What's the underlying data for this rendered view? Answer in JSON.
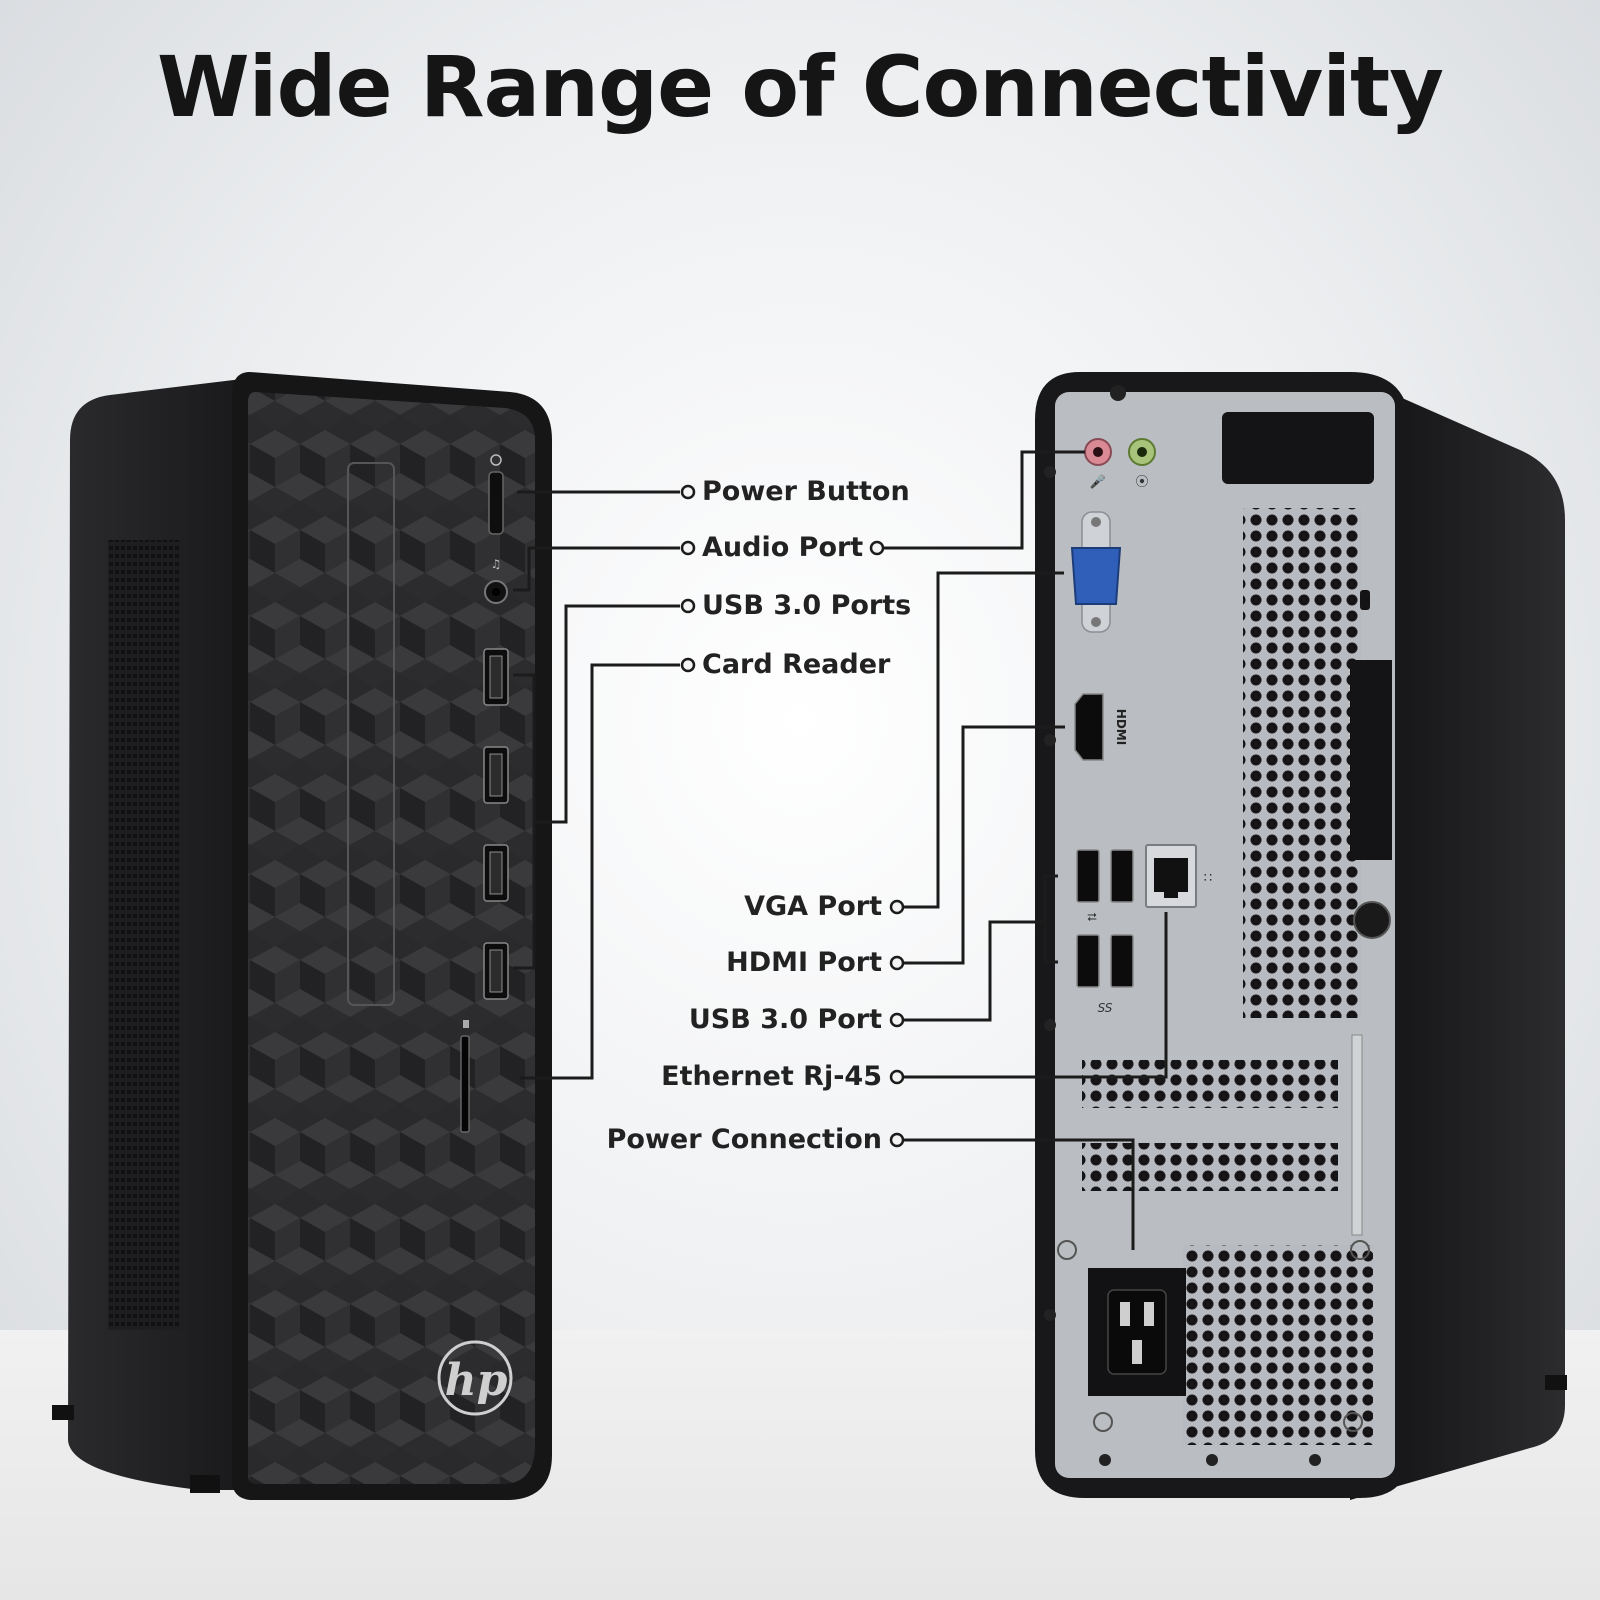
{
  "title": "Wide Range of Connectivity",
  "brand_logo": "hp",
  "front_labels": {
    "power_button": "Power Button",
    "audio_port": "Audio Port",
    "usb_ports": "USB 3.0 Ports",
    "card_reader": "Card Reader"
  },
  "rear_labels": {
    "vga_port": "VGA Port",
    "hdmi_port": "HDMI Port",
    "usb_port": "USB 3.0 Port",
    "ethernet": "Ethernet Rj-45",
    "power_connection": "Power Connection"
  },
  "port_markings": {
    "hdmi": "HDMI",
    "usb": "SS"
  },
  "colors": {
    "chassis": "#1c1c1e",
    "rear_panel": "#b9bcc0",
    "mic_jack": "#d98a95",
    "line_jack": "#a8c47a",
    "vga": "#2f5fb8"
  }
}
